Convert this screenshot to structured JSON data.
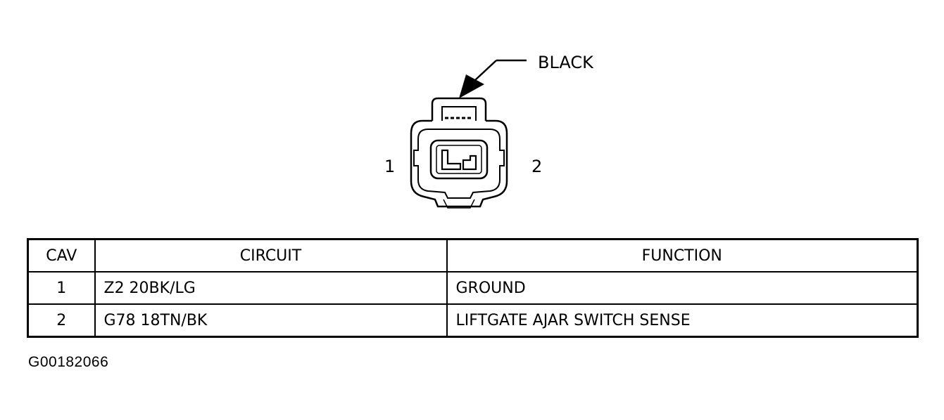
{
  "connector": {
    "color_label": "BLACK",
    "pin_labels": [
      "1",
      "2"
    ]
  },
  "table": {
    "headers": [
      "CAV",
      "CIRCUIT",
      "FUNCTION"
    ],
    "rows": [
      {
        "cav": "1",
        "circuit": "Z2 20BK/LG",
        "function": "GROUND"
      },
      {
        "cav": "2",
        "circuit": "G78 18TN/BK",
        "function": "LIFTGATE AJAR SWITCH SENSE"
      }
    ]
  },
  "figure_id": "G00182066",
  "colors": {
    "ink": "#000000",
    "background": "#ffffff"
  }
}
